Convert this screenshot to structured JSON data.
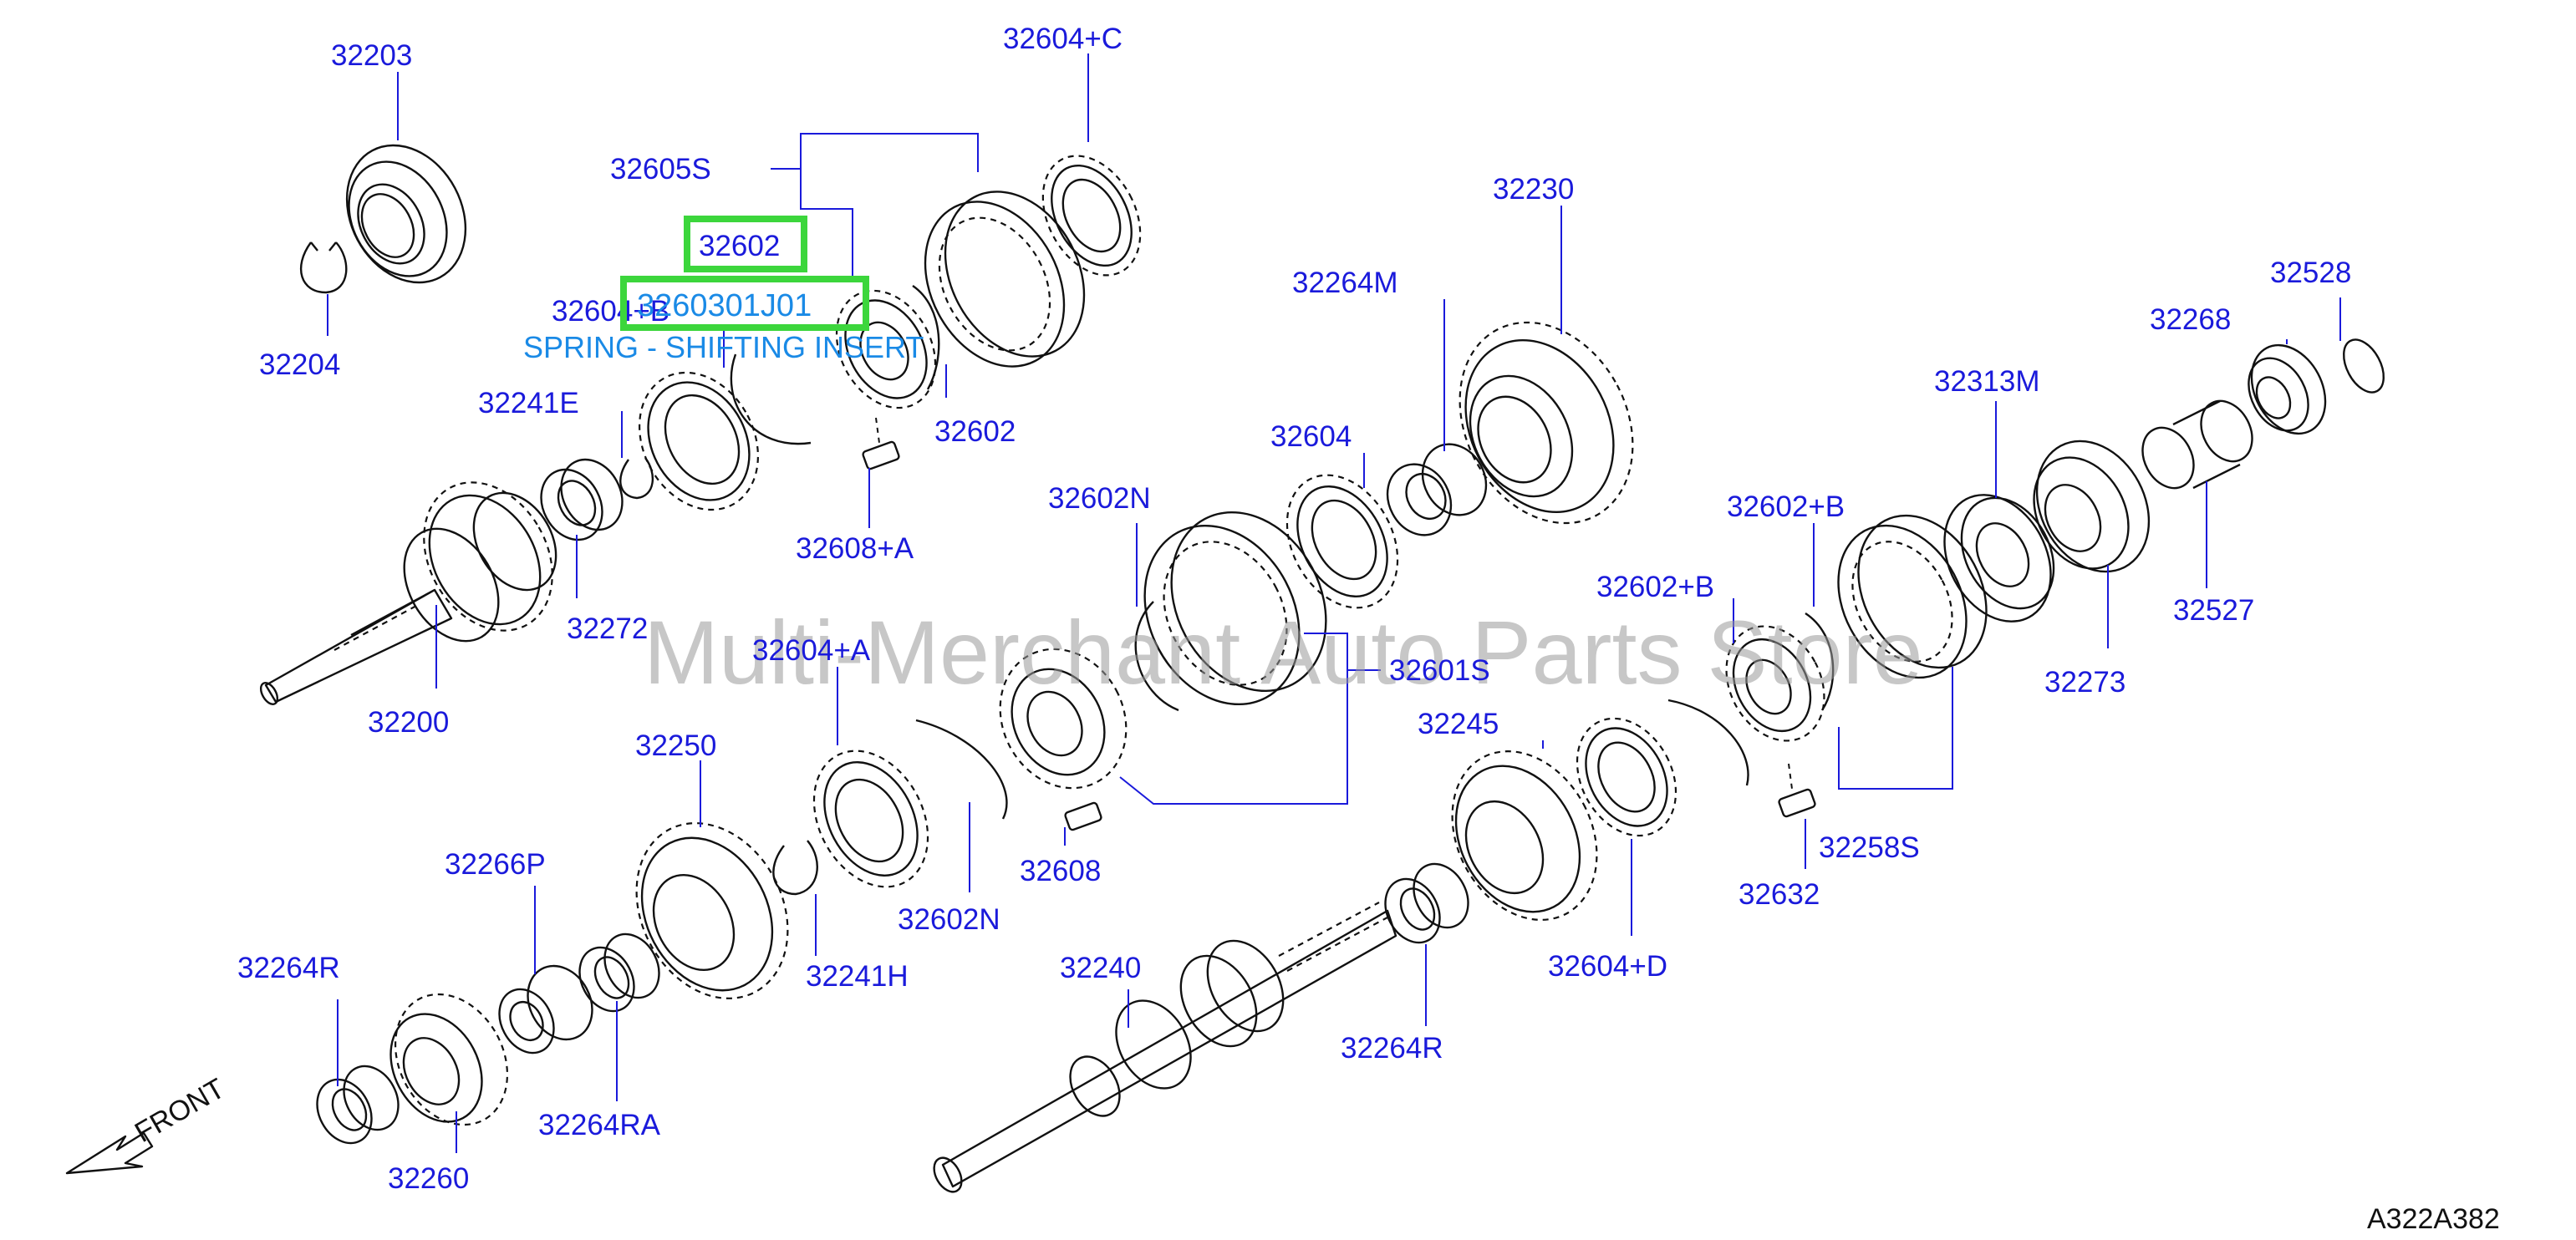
{
  "watermark": "Multi-Merchant Auto Parts Store",
  "highlight": {
    "part": "32602",
    "part_number": "3260301J01",
    "description": "SPRING - SHIFTING INSERT"
  },
  "front_label": "FRONT",
  "diagram_code": "A322A382",
  "labels": {
    "l32203": "32203",
    "l32204": "32204",
    "l32605S": "32605S",
    "l32604C": "32604+C",
    "l32604B": "32604+B",
    "l32241E": "32241E",
    "l32602a": "32602",
    "l32608A": "32608+A",
    "l32272": "32272",
    "l32200": "32200",
    "l32230": "32230",
    "l32264M": "32264M",
    "l32604": "32604",
    "l32602N_top": "32602N",
    "l32528": "32528",
    "l32268": "32268",
    "l32313M": "32313M",
    "l32602B_1": "32602+B",
    "l32602B_2": "32602+B",
    "l32527": "32527",
    "l32273": "32273",
    "l32601S": "32601S",
    "l32604A": "32604+A",
    "l32250": "32250",
    "l32245": "32245",
    "l32266P": "32266P",
    "l32241H": "32241H",
    "l32602N_bot": "32602N",
    "l32608": "32608",
    "l32258S": "32258S",
    "l32632": "32632",
    "l32264R_left": "32264R",
    "l32240": "32240",
    "l32604D": "32604+D",
    "l32264RA": "32264RA",
    "l32264R_mid": "32264R",
    "l32260": "32260"
  }
}
